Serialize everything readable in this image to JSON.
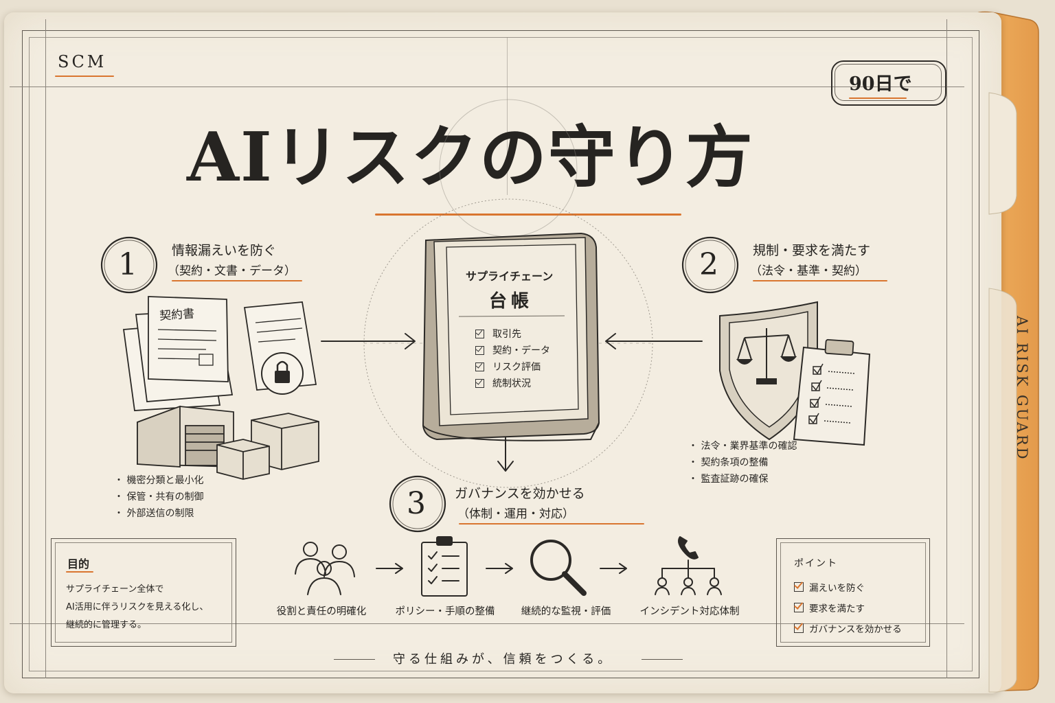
{
  "brand": "SCM",
  "badge": "90日で",
  "title": "AIリスクの守り方",
  "side_tab": "AI RISK GUARD",
  "section1": {
    "number": "1",
    "title": "情報漏えいを防ぐ",
    "subtitle": "（契約・文書・データ）",
    "doc_label": "契約書",
    "bullets": [
      "・ 機密分類と最小化",
      "・ 保管・共有の制御",
      "・ 外部送信の制限"
    ]
  },
  "section2": {
    "number": "2",
    "title": "規制・要求を満たす",
    "subtitle": "（法令・基準・契約）",
    "bullets": [
      "・ 法令・業界基準の確認",
      "・ 契約条項の整備",
      "・ 監査証跡の確保"
    ]
  },
  "section3": {
    "number": "3",
    "title": "ガバナンスを効かせる",
    "subtitle": "（体制・運用・対応）",
    "steps": [
      "役割と責任の明確化",
      "ポリシー・手順の整備",
      "継続的な監視・評価",
      "インシデント対応体制"
    ]
  },
  "ledger": {
    "title_small": "サプライチェーン",
    "title_large": "台帳",
    "items": [
      "取引先",
      "契約・データ",
      "リスク評価",
      "統制状況"
    ]
  },
  "purpose": {
    "heading": "目的",
    "lines": [
      "サプライチェーン全体で",
      "AI活用に伴うリスクを見える化し、",
      "継続的に管理する。"
    ]
  },
  "points": {
    "heading": "ポイント",
    "items": [
      "漏えいを防ぐ",
      "要求を満たす",
      "ガバナンスを効かせる"
    ]
  },
  "footer": "守る仕組みが、信頼をつくる。",
  "colors": {
    "accent": "#d9752f",
    "paper": "#f3ede1",
    "ink": "#262421",
    "tab": "#e8a455"
  }
}
